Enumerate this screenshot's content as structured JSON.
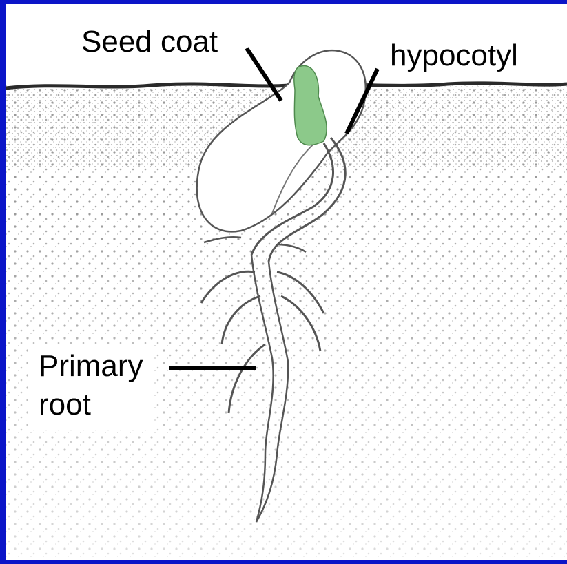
{
  "labels": {
    "seed_coat": "Seed coat",
    "hypocotyl": "hypocotyl",
    "primary_root_line1": "Primary",
    "primary_root_line2": "root"
  },
  "colors": {
    "frame": "#0b15c8",
    "soil_dot": "#9a9a9a",
    "soil_surface": "#2a2a2a",
    "seed_green": "#8cc98a",
    "outline": "#555555",
    "leader_line": "#000000"
  }
}
